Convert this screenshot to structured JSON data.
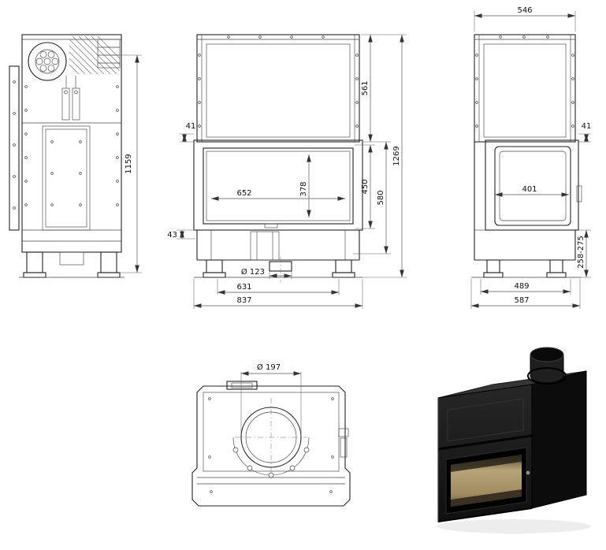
{
  "drawing": {
    "title": "fireplace-insert-technical-drawing",
    "ink": "#222222",
    "background": "#ffffff"
  },
  "views": {
    "side_left": {
      "height_total": "1159"
    },
    "front": {
      "offset_top": "41",
      "hood_height": "561",
      "door_opening": "450",
      "front_height": "580",
      "total_height": "1269",
      "glass_width": "652",
      "glass_height": "378",
      "base_offset": "43",
      "outlet_dia": "Ø 123",
      "base_width": "631",
      "total_width": "837"
    },
    "side_right": {
      "top_depth": "546",
      "offset_top": "41",
      "glass_width": "401",
      "base_height_range": "258-275",
      "base_depth": "489",
      "total_depth": "587"
    },
    "top_view": {
      "flue_dia": "Ø 197"
    }
  }
}
